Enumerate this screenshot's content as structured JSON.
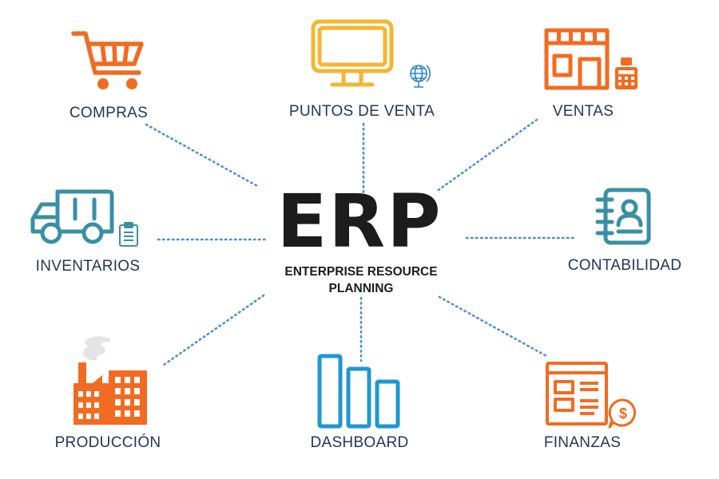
{
  "center": {
    "title": "ERP",
    "subtitle": "ENTERPRISE RESOURCE PLANNING"
  },
  "modules": [
    {
      "id": "compras",
      "label": "COMPRAS",
      "icon": "shopping-cart-icon",
      "color": "#f26b21"
    },
    {
      "id": "puntos-de-venta",
      "label": "PUNTOS DE VENTA",
      "icon": "monitor-icon",
      "secondary_icon": "globe-icon",
      "color": "#f2b632",
      "secondary_color": "#2f86c6"
    },
    {
      "id": "ventas",
      "label": "VENTAS",
      "icon": "storefront-icon",
      "secondary_icon": "cash-register-icon",
      "color": "#f26b21"
    },
    {
      "id": "inventarios",
      "label": "INVENTARIOS",
      "icon": "delivery-truck-icon",
      "secondary_icon": "clipboard-icon",
      "color": "#3a8fa5"
    },
    {
      "id": "contabilidad",
      "label": "CONTABILIDAD",
      "icon": "address-book-icon",
      "color": "#3a8fa5"
    },
    {
      "id": "produccion",
      "label": "PRODUCCIÓN",
      "icon": "factory-icon",
      "color": "#f26b21"
    },
    {
      "id": "dashboard",
      "label": "DASHBOARD",
      "icon": "bar-chart-icon",
      "color": "#1f97d1"
    },
    {
      "id": "finanzas",
      "label": "FINANZAS",
      "icon": "financial-report-icon",
      "secondary_icon": "dollar-speech-bubble-icon",
      "color": "#f26b21"
    }
  ],
  "colors": {
    "text": "#22365a",
    "center_text": "#1c1c1c",
    "connector": "#4f90cc"
  }
}
